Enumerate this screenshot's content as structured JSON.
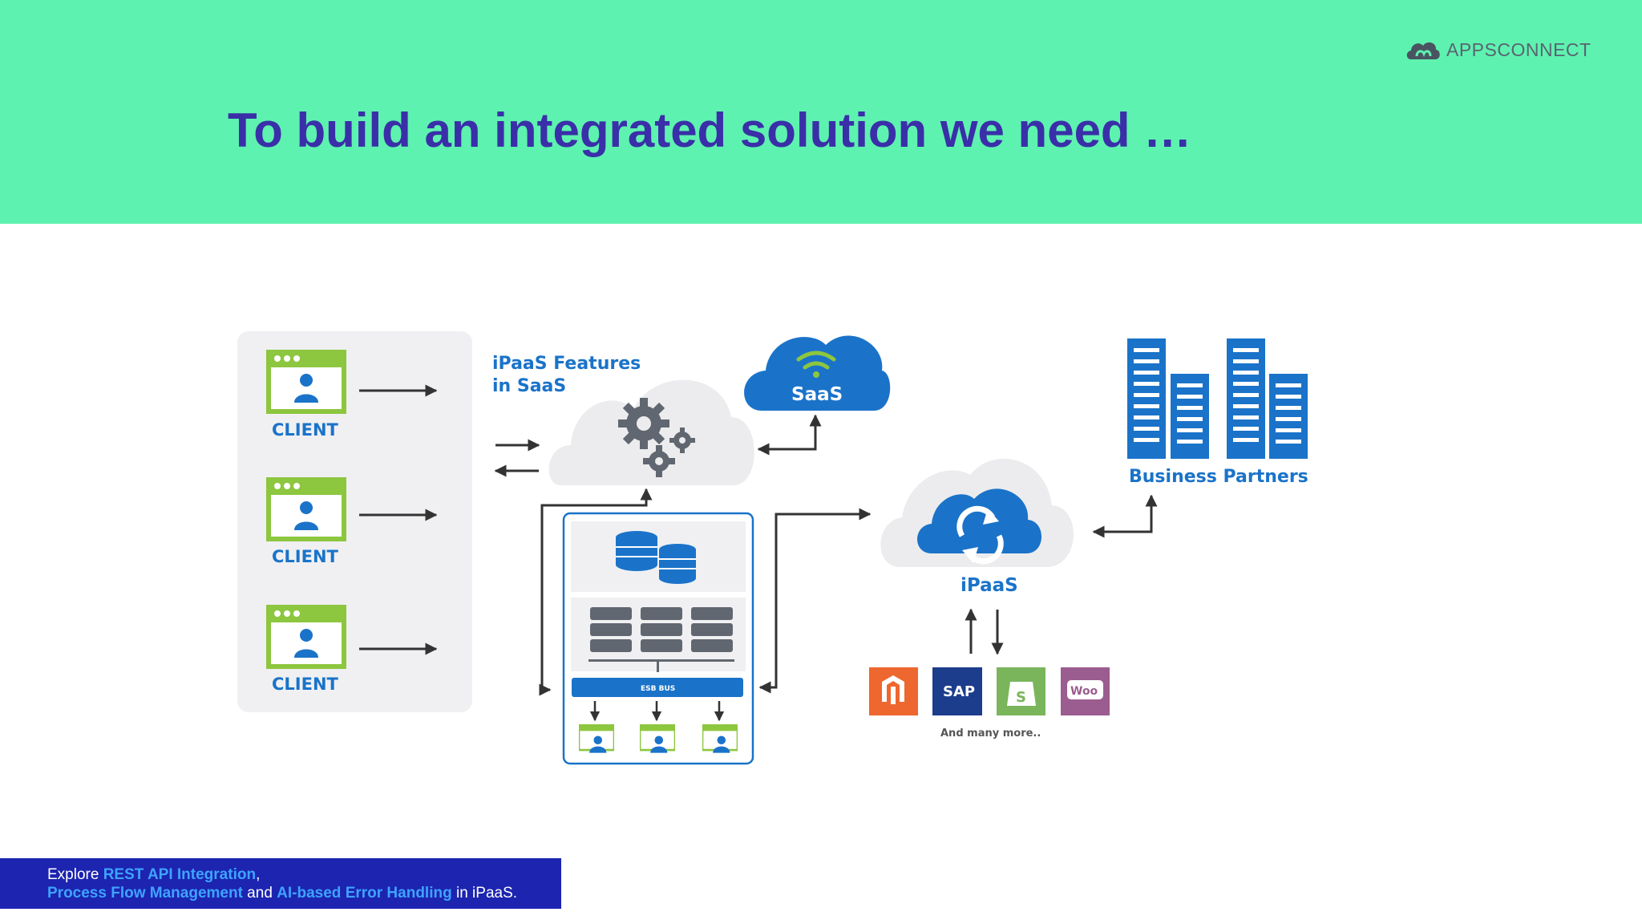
{
  "slide": {
    "title": "To build an integrated solution we need …",
    "brand": "APPSCONNECT"
  },
  "diagram": {
    "clients": [
      {
        "label": "CLIENT"
      },
      {
        "label": "CLIENT"
      },
      {
        "label": "CLIENT"
      }
    ],
    "ipaas_features_label_line1": "iPaaS Features",
    "ipaas_features_label_line2": "in SaaS",
    "saas_label": "SaaS",
    "esb_bus_label": "ESB BUS",
    "ipaas_label": "iPaaS",
    "business_partners_label": "Business Partners",
    "apps": [
      {
        "name": "magento-icon",
        "color": "#ee672f",
        "glyph": ""
      },
      {
        "name": "sap-icon",
        "color": "#1c3d8c",
        "glyph": "SAP"
      },
      {
        "name": "shopify-icon",
        "color": "#7ab55c",
        "glyph": "S"
      },
      {
        "name": "woo-icon",
        "color": "#9b5c8f",
        "glyph": "Woo"
      }
    ],
    "and_many_more": "And many more..",
    "colors": {
      "blue": "#1a73c9",
      "green": "#8dc63f",
      "panel": "#f0f0f2",
      "cloud": "#ececee",
      "gear": "#616770"
    }
  },
  "footer": {
    "part1": "Explore ",
    "link1": "REST API Integration",
    "part2": ",",
    "link2": "Process Flow Management",
    "part3": " and ",
    "link3": "AI-based Error Handling",
    "part4": " in iPaaS."
  }
}
